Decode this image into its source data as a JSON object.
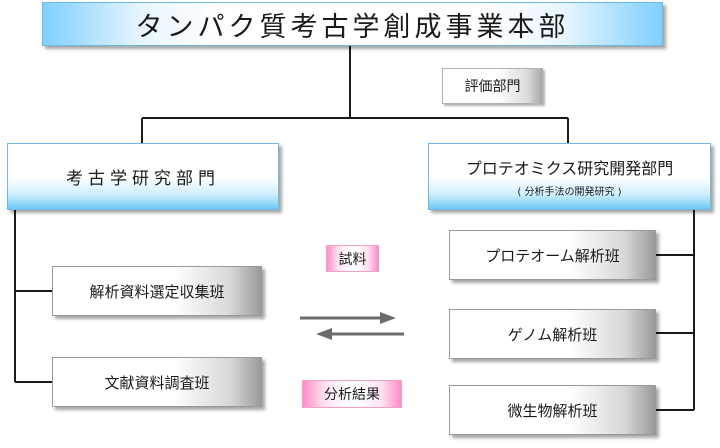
{
  "header": {
    "title": "タンパク質考古学創成事業本部"
  },
  "division_label": "評価部門",
  "departments": {
    "left": {
      "name": "考古学研究部門"
    },
    "right": {
      "name": "プロテオミクス研究開発部門",
      "note": "( 分析手法の開発研究 )"
    }
  },
  "left_teams": [
    {
      "name": "解析資料選定収集班"
    },
    {
      "name": "文献資料調査班"
    }
  ],
  "right_teams": [
    {
      "name": "プロテオーム解析班"
    },
    {
      "name": "ゲノム解析班"
    },
    {
      "name": "微生物解析班"
    }
  ],
  "exchange": {
    "to_right": "試料",
    "to_left": "分析結果"
  },
  "colors": {
    "line": "#1a1a1a",
    "dept_accent": "#6cc8f5",
    "tag_accent": "#ff8cc5",
    "arrow": "#6b6b6b"
  },
  "icons": [
    "arrow-right-icon",
    "arrow-left-icon"
  ]
}
